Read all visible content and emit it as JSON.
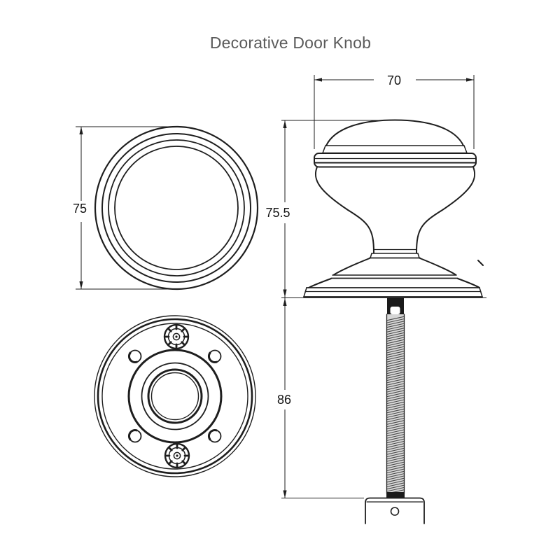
{
  "title": "Decorative Door Knob",
  "views": {
    "rose_front": {
      "diameter_dim": "75"
    },
    "knob_side": {
      "width_dim": "70",
      "height_dim": "75.5"
    },
    "spindle": {
      "length_dim": "86"
    }
  },
  "colors": {
    "line": "#1e1e1e",
    "title_text": "#5a5a5a",
    "dim_text": "#141414",
    "thread_fill": "#d6d6d6",
    "thread_line": "#4a4a4a",
    "spindle_dark": "#1a1a1a"
  }
}
